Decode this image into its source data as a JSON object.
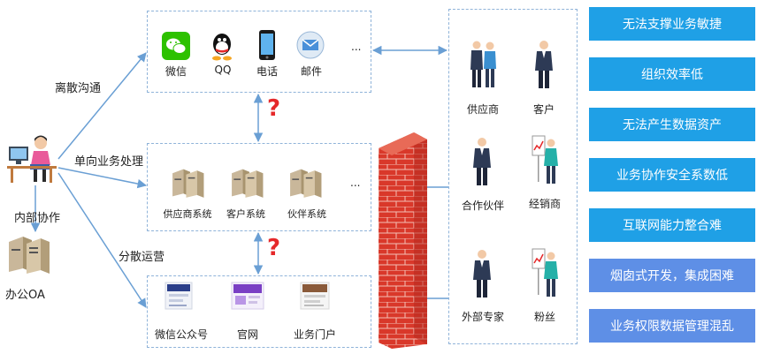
{
  "left": {
    "worker_label": "内部协作",
    "office_label": "办公OA"
  },
  "flows": {
    "scattered_comm": "离散沟通",
    "one_way": "单向业务处理",
    "scattered_ops": "分散运营"
  },
  "channels": {
    "items": [
      {
        "label": "微信",
        "icon": "wechat-icon",
        "color": "#2dc100"
      },
      {
        "label": "QQ",
        "icon": "qq-icon",
        "color": "#111111"
      },
      {
        "label": "电话",
        "icon": "phone-icon",
        "color": "#1a1a1a"
      },
      {
        "label": "邮件",
        "icon": "mail-icon",
        "color": "#4a90d9"
      }
    ],
    "more": "..."
  },
  "systems": {
    "items": [
      {
        "label": "供应商系统",
        "icon": "server-icon"
      },
      {
        "label": "客户系统",
        "icon": "server-icon"
      },
      {
        "label": "伙伴系统",
        "icon": "server-icon"
      }
    ],
    "more": "..."
  },
  "portals": {
    "items": [
      {
        "label": "微信公众号",
        "icon": "webpage-icon"
      },
      {
        "label": "官网",
        "icon": "webpage-icon"
      },
      {
        "label": "业务门户",
        "icon": "webpage-icon"
      }
    ]
  },
  "question_mark": "?",
  "partners": {
    "items": [
      {
        "label": "供应商"
      },
      {
        "label": "客户"
      },
      {
        "label": "合作伙伴"
      },
      {
        "label": "经销商"
      },
      {
        "label": "外部专家"
      },
      {
        "label": "粉丝"
      }
    ]
  },
  "problems": {
    "items": [
      {
        "label": "无法支撑业务敏捷"
      },
      {
        "label": "组织效率低"
      },
      {
        "label": "无法产生数据资产"
      },
      {
        "label": "业务协作安全系数低"
      },
      {
        "label": "互联网能力整合难"
      },
      {
        "label": "烟囱式开发，集成困难"
      },
      {
        "label": "业务权限数据管理混乱"
      }
    ]
  },
  "colors": {
    "primary_blue": "#1fa0e6",
    "light_blue": "#5e8fe6",
    "arrow": "#6a9fd4",
    "brick": "#d9382a",
    "question": "#e5282a"
  }
}
